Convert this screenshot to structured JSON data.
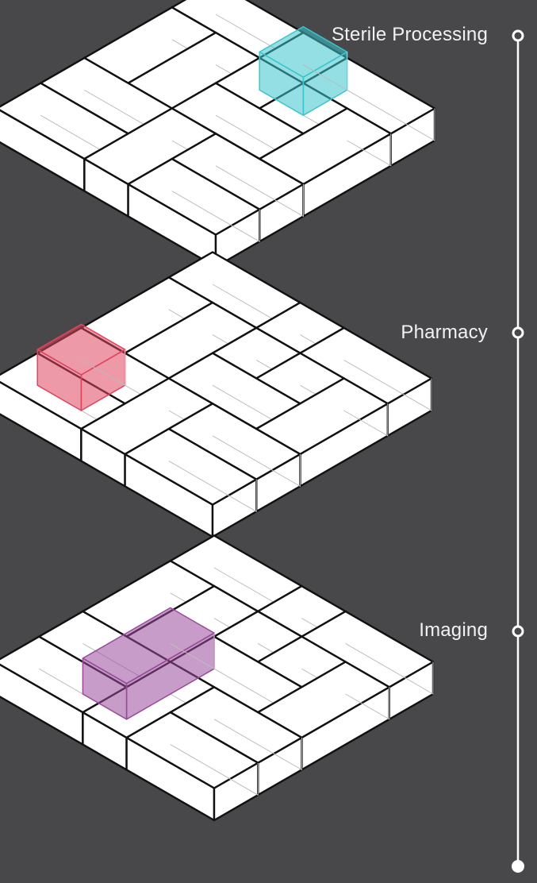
{
  "stages": [
    {
      "label": "Sterile Processing",
      "highlight_color": "#3cc5cc"
    },
    {
      "label": "Pharmacy",
      "highlight_color": "#e0455f"
    },
    {
      "label": "Imaging",
      "highlight_color": "#9b4a9b"
    }
  ],
  "block_fill": "#ffffff",
  "block_stroke": "#111111",
  "timeline_color": "#ffffff",
  "background": "#48484a"
}
